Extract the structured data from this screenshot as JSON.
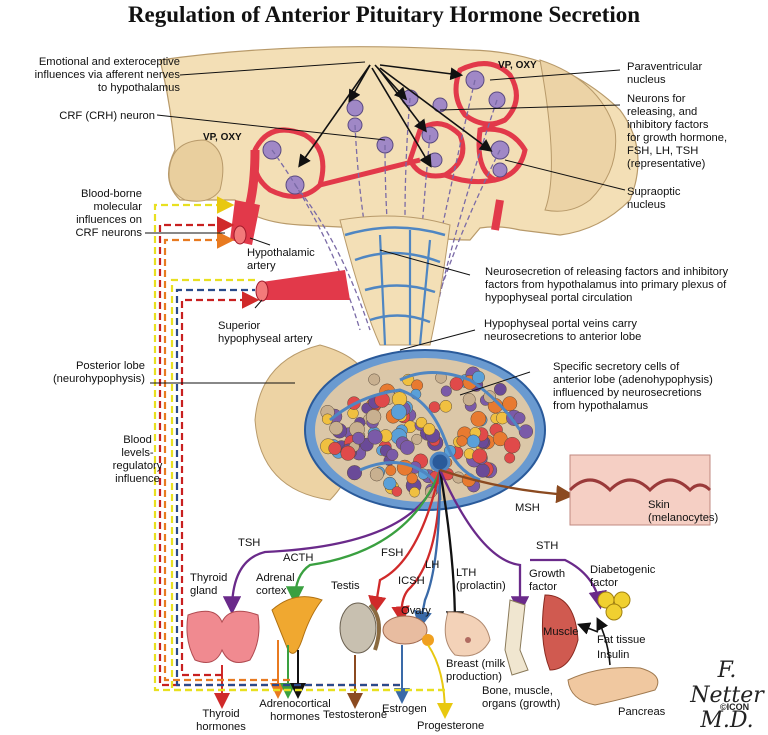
{
  "title": "Regulation of Anterior Pituitary Hormone Secretion",
  "labels": {
    "emotional": "Emotional and exteroceptive\ninfluences via afferent nerves\nto hypothalamus",
    "crf_neuron": "CRF (CRH) neuron",
    "vp_oxy_left": "VP, OXY",
    "vp_oxy_right": "VP, OXY",
    "paraventricular": "Paraventricular\nnucleus",
    "neurons_releasing": "Neurons for\nreleasing, and\ninhibitory factors\nfor growth hormone,\nFSH, LH, TSH\n(representative)",
    "supraoptic": "Supraoptic\nnucleus",
    "blood_borne": "Blood-borne\nmolecular\ninfluences on\nCRF neurons",
    "hypothalamic_artery": "Hypothalamic\nartery",
    "neurosecretion": "Neurosecretion of releasing factors and inhibitory\nfactors from hypothalamus into primary plexus of\nhypophyseal portal circulation",
    "superior_artery": "Superior\nhypophyseal artery",
    "portal_veins": "Hypophyseal portal veins carry\nneurosecretions to anterior lobe",
    "posterior_lobe": "Posterior lobe\n(neurohypophysis)",
    "secretory_cells": "Specific secretory cells of\nanterior lobe (adenohypophysis)\ninfluenced by neurosecretions\nfrom hypothalamus",
    "blood_levels": "Blood\nlevels-\nregulatory\ninfluence",
    "msh": "MSH",
    "skin": "Skin\n(melanocytes)",
    "tsh": "TSH",
    "acth": "ACTH",
    "fsh": "FSH",
    "lh": "LH",
    "icsh": "ICSH",
    "lth": "LTH\n(prolactin)",
    "sth": "STH",
    "thyroid_gland": "Thyroid\ngland",
    "adrenal_cortex": "Adrenal\ncortex",
    "testis": "Testis",
    "ovary": "Ovary",
    "growth_factor": "Growth\nfactor",
    "diabetogenic": "Diabetogenic\nfactor",
    "muscle": "Muscle",
    "fat_tissue": "Fat tissue",
    "insulin": "Insulin",
    "breast": "Breast (milk\nproduction)",
    "bone": "Bone, muscle,\norgans (growth)",
    "pancreas": "Pancreas",
    "thyroid_hormones": "Thyroid\nhormones",
    "adrenocortical": "Adrenocortical\nhormones",
    "testosterone": "Testosterone",
    "estrogen": "Estrogen",
    "progesterone": "Progesterone"
  },
  "signature": "F. Netter M.D.",
  "credit": "©ICON",
  "colors": {
    "tissue": "#f1dcb4",
    "artery": "#e2394a",
    "portal": "#4f86c2",
    "neuron": "#9d86c2",
    "tsh": "#6a2a8a",
    "acth": "#3aa040",
    "fsh": "#d02a2a",
    "lh": "#3a6aa8",
    "lth": "#111111",
    "sth": "#6a2a8a",
    "msh": "#8b4a20",
    "feedback_yellow": "#f0e020",
    "feedback_orange": "#e87a20",
    "feedback_red": "#c82020",
    "feedback_blue": "#2a4a8a"
  }
}
